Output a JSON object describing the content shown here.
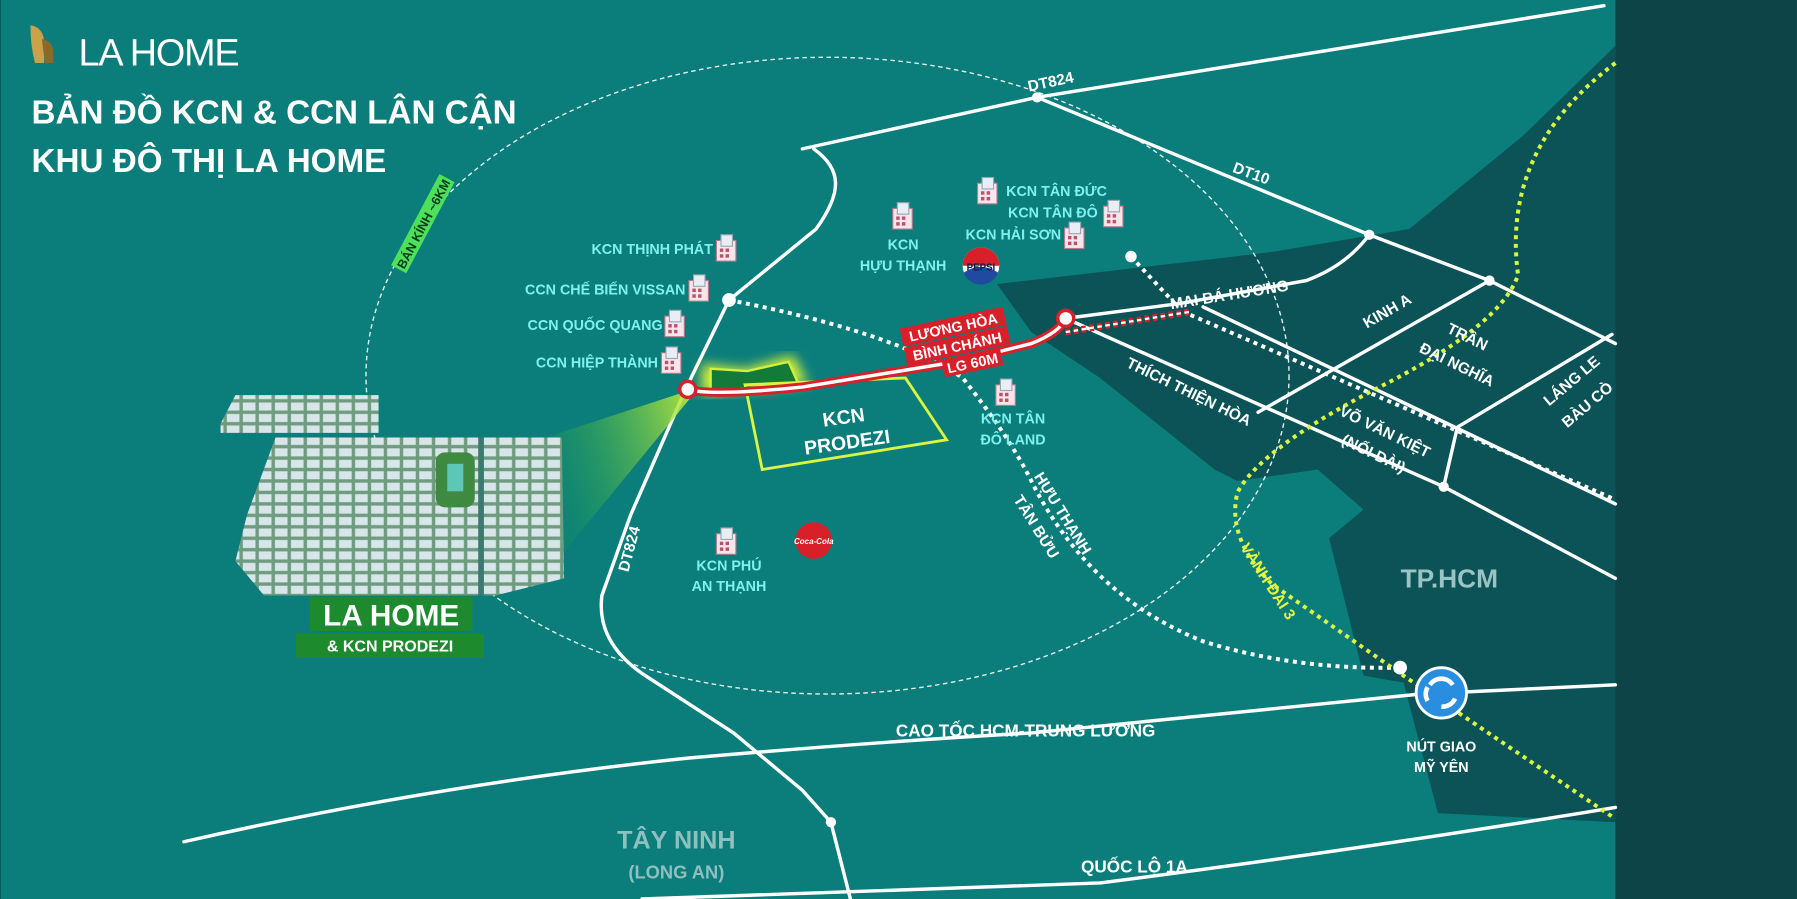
{
  "brand": {
    "logo_text": "LA HOME"
  },
  "header": {
    "title_line1": "BẢN ĐỒ KCN & CCN LÂN CẬN",
    "title_line2": "KHU ĐÔ THỊ LA HOME"
  },
  "radius_label": "BÁN KÍNH ~6KM",
  "project": {
    "name": "LA HOME",
    "subtitle": "& KCN PRODEZI"
  },
  "industrial_parks": {
    "thinh_phat": "KCN THỊNH PHÁT",
    "vissan": "CCN CHẾ BIẾN VISSAN",
    "quoc_quang": "CCN QUỐC QUANG",
    "hiep_thanh": "CCN HIỆP THÀNH",
    "huu_thanh_1": "KCN",
    "huu_thanh_2": "HỰU THẠNH",
    "tan_duc": "KCN TÂN ĐỨC",
    "tan_do": "KCN TÂN ĐÔ",
    "hai_son": "KCN HẢI SƠN",
    "tan_do_land_1": "KCN TÂN",
    "tan_do_land_2": "ĐÔ LAND",
    "phu_an_thanh_1": "KCN PHÚ",
    "phu_an_thanh_2": "AN THẠNH",
    "prodezi_1": "KCN",
    "prodezi_2": "PRODEZI"
  },
  "brands": {
    "pepsi": "PEPSI",
    "coca_cola": "Coca-Cola"
  },
  "roads": {
    "dt824_top": "DT824",
    "dt10": "DT10",
    "dt824_left": "DT824",
    "luong_hoa_1": "LƯƠNG HÒA",
    "luong_hoa_2": "BÌNH CHÁNH",
    "lg60": "LG 60M",
    "mai_ba_huong": "MAI BÁ HƯƠNG",
    "kinh_a": "KINH A",
    "tran_dai_nghia_1": "TRẦN",
    "tran_dai_nghia_2": "ĐẠI NGHĨA",
    "thich_thien_hoa": "THÍCH THIỆN HÒA",
    "vo_van_kiet_1": "VÕ VĂN KIỆT",
    "vo_van_kiet_2": "(NỐI DÀI)",
    "lang_le_1": "LÁNG LE",
    "lang_le_2": "BÀU CÒ",
    "huu_thanh_tan_buu_1": "HỰU THẠNH",
    "huu_thanh_tan_buu_2": "TÂN BỬU",
    "vanh_dai_3": "VÀNH ĐAI 3",
    "cao_toc": "CAO TỐC HCM-TRUNG LƯƠNG",
    "quoc_lo_1a": "QUỐC LỘ 1A"
  },
  "places": {
    "tphcm": "TP.HCM",
    "tay_ninh": "TÂY NINH",
    "long_an": "(LONG AN)",
    "nut_giao_1": "NÚT GIAO",
    "nut_giao_2": "MỸ YÊN"
  },
  "colors": {
    "land": "#0b7d7b",
    "city_zone": "#0b5356",
    "side_band": "#0c4448",
    "park_label": "#7ef0f0",
    "ring_road": "#d9f542",
    "highlight_road": "#d8202a",
    "project_green": "#1e8a2e"
  }
}
